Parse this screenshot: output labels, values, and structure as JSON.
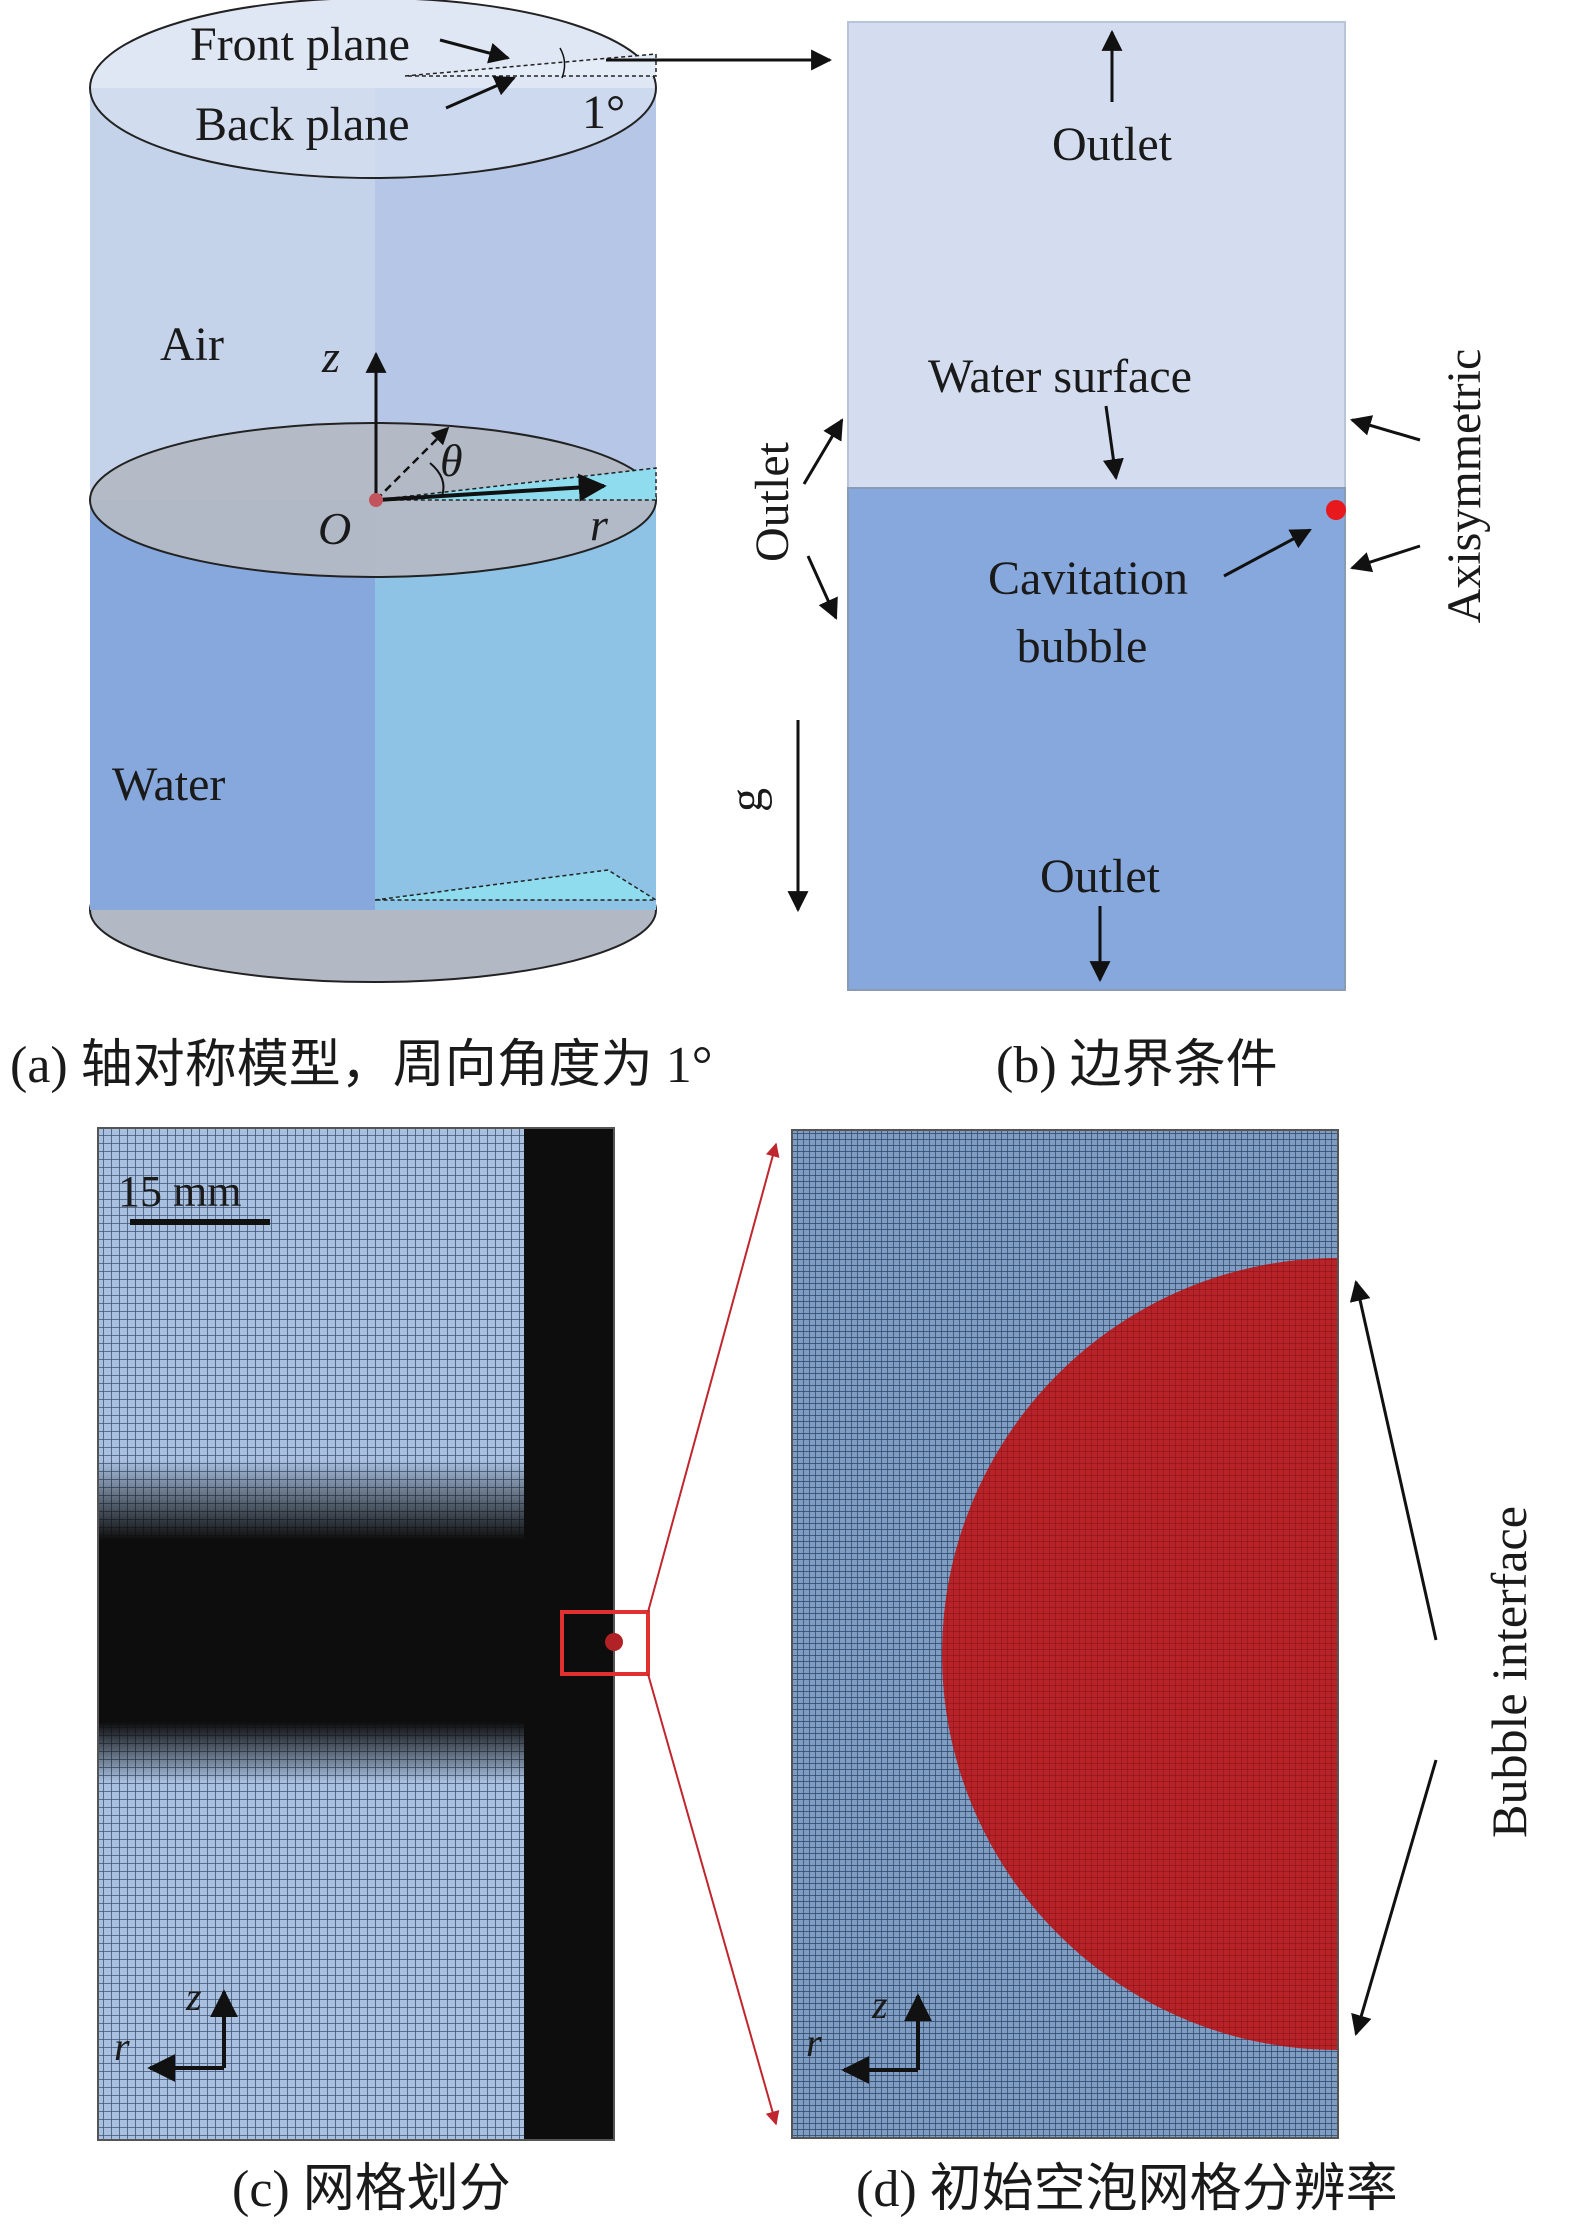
{
  "panel_a": {
    "front_plane": "Front plane",
    "back_plane": "Back plane",
    "angle": "1°",
    "air": "Air",
    "water": "Water",
    "axis_z": "z",
    "axis_theta": "θ",
    "axis_r": "r",
    "origin": "O",
    "caption": "(a) 轴对称模型，周向角度为 1°",
    "colors": {
      "air": "#c5d3ea",
      "water": "#86a8dc",
      "wedge": "#8ec3e6",
      "disk": "#b3b9c4"
    }
  },
  "panel_b": {
    "outlet_top": "Outlet",
    "water_surface": "Water surface",
    "outlet_side": "Outlet",
    "axisymmetric": "Axisymmetric",
    "cavitation_bubble_1": "Cavitation",
    "cavitation_bubble_2": "bubble",
    "gravity": "g",
    "outlet_bottom": "Outlet",
    "caption": "(b) 边界条件",
    "colors": {
      "air": "#d3ddef",
      "water": "#86a8dc",
      "bubble": "#e8191c"
    }
  },
  "panel_c": {
    "scale_bar": "15 mm",
    "axis_z": "z",
    "axis_r": "r",
    "caption": "(c) 网格划分",
    "colors": {
      "mesh": "#9bb4d6",
      "dense": "#0d0d0d",
      "highlight": "#e03030"
    }
  },
  "panel_d": {
    "bubble_interface": "Bubble interface",
    "axis_z": "z",
    "axis_r": "r",
    "caption": "(d) 初始空泡网格分辨率",
    "colors": {
      "mesh": "#3c5c84",
      "bubble": "#b02226",
      "connector": "#c0262d"
    }
  }
}
